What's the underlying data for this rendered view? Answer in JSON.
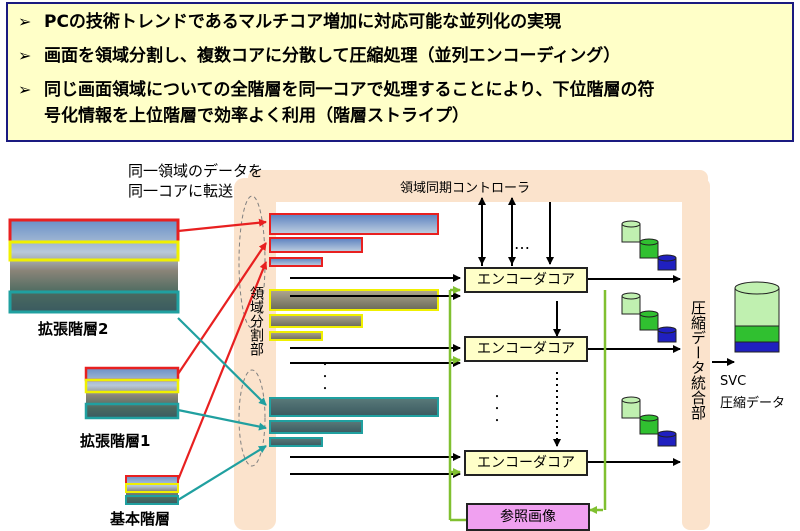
{
  "bullets": [
    "PCの技術トレンドであるマルチコア増加に対応可能な並列化の実現",
    "画面を領域分割し、複数コアに分散して圧縮処理（並列エンコーディング）",
    "同じ画面領域についての全階層を同一コアで処理することにより、下位階層の符",
    "号化情報を上位階層で効率よく利用（階層ストライプ）"
  ],
  "bullet_mark": "➢",
  "labels": {
    "same_region": "同一領域のデータを",
    "same_core": "同一コアに転送",
    "sync_controller": "領域同期コントローラ",
    "region_divider": "領域分割部",
    "compressed_merger": "圧縮データ統合部",
    "svc": "SVC",
    "svc_data": "圧縮データ",
    "layer2": "拡張階層",
    "layer2_num": "2",
    "layer1": "拡張階層",
    "layer1_num": "1",
    "base": "基本階層",
    "ellipsis_h": "…",
    "dots_v": "・\n・\n・"
  },
  "encoders": [
    "エンコーダコア",
    "エンコーダコア",
    "エンコーダコア"
  ],
  "reference": "参照画像",
  "colors": {
    "red": "#e82020",
    "yellow": "#f0f000",
    "teal": "#20a0a0",
    "green": "#80c030",
    "peach": "#fbe3cc",
    "cyl_green": "#c0f0b0",
    "cyl_dark": "#30c030",
    "cyl_blue": "#2020c0"
  }
}
